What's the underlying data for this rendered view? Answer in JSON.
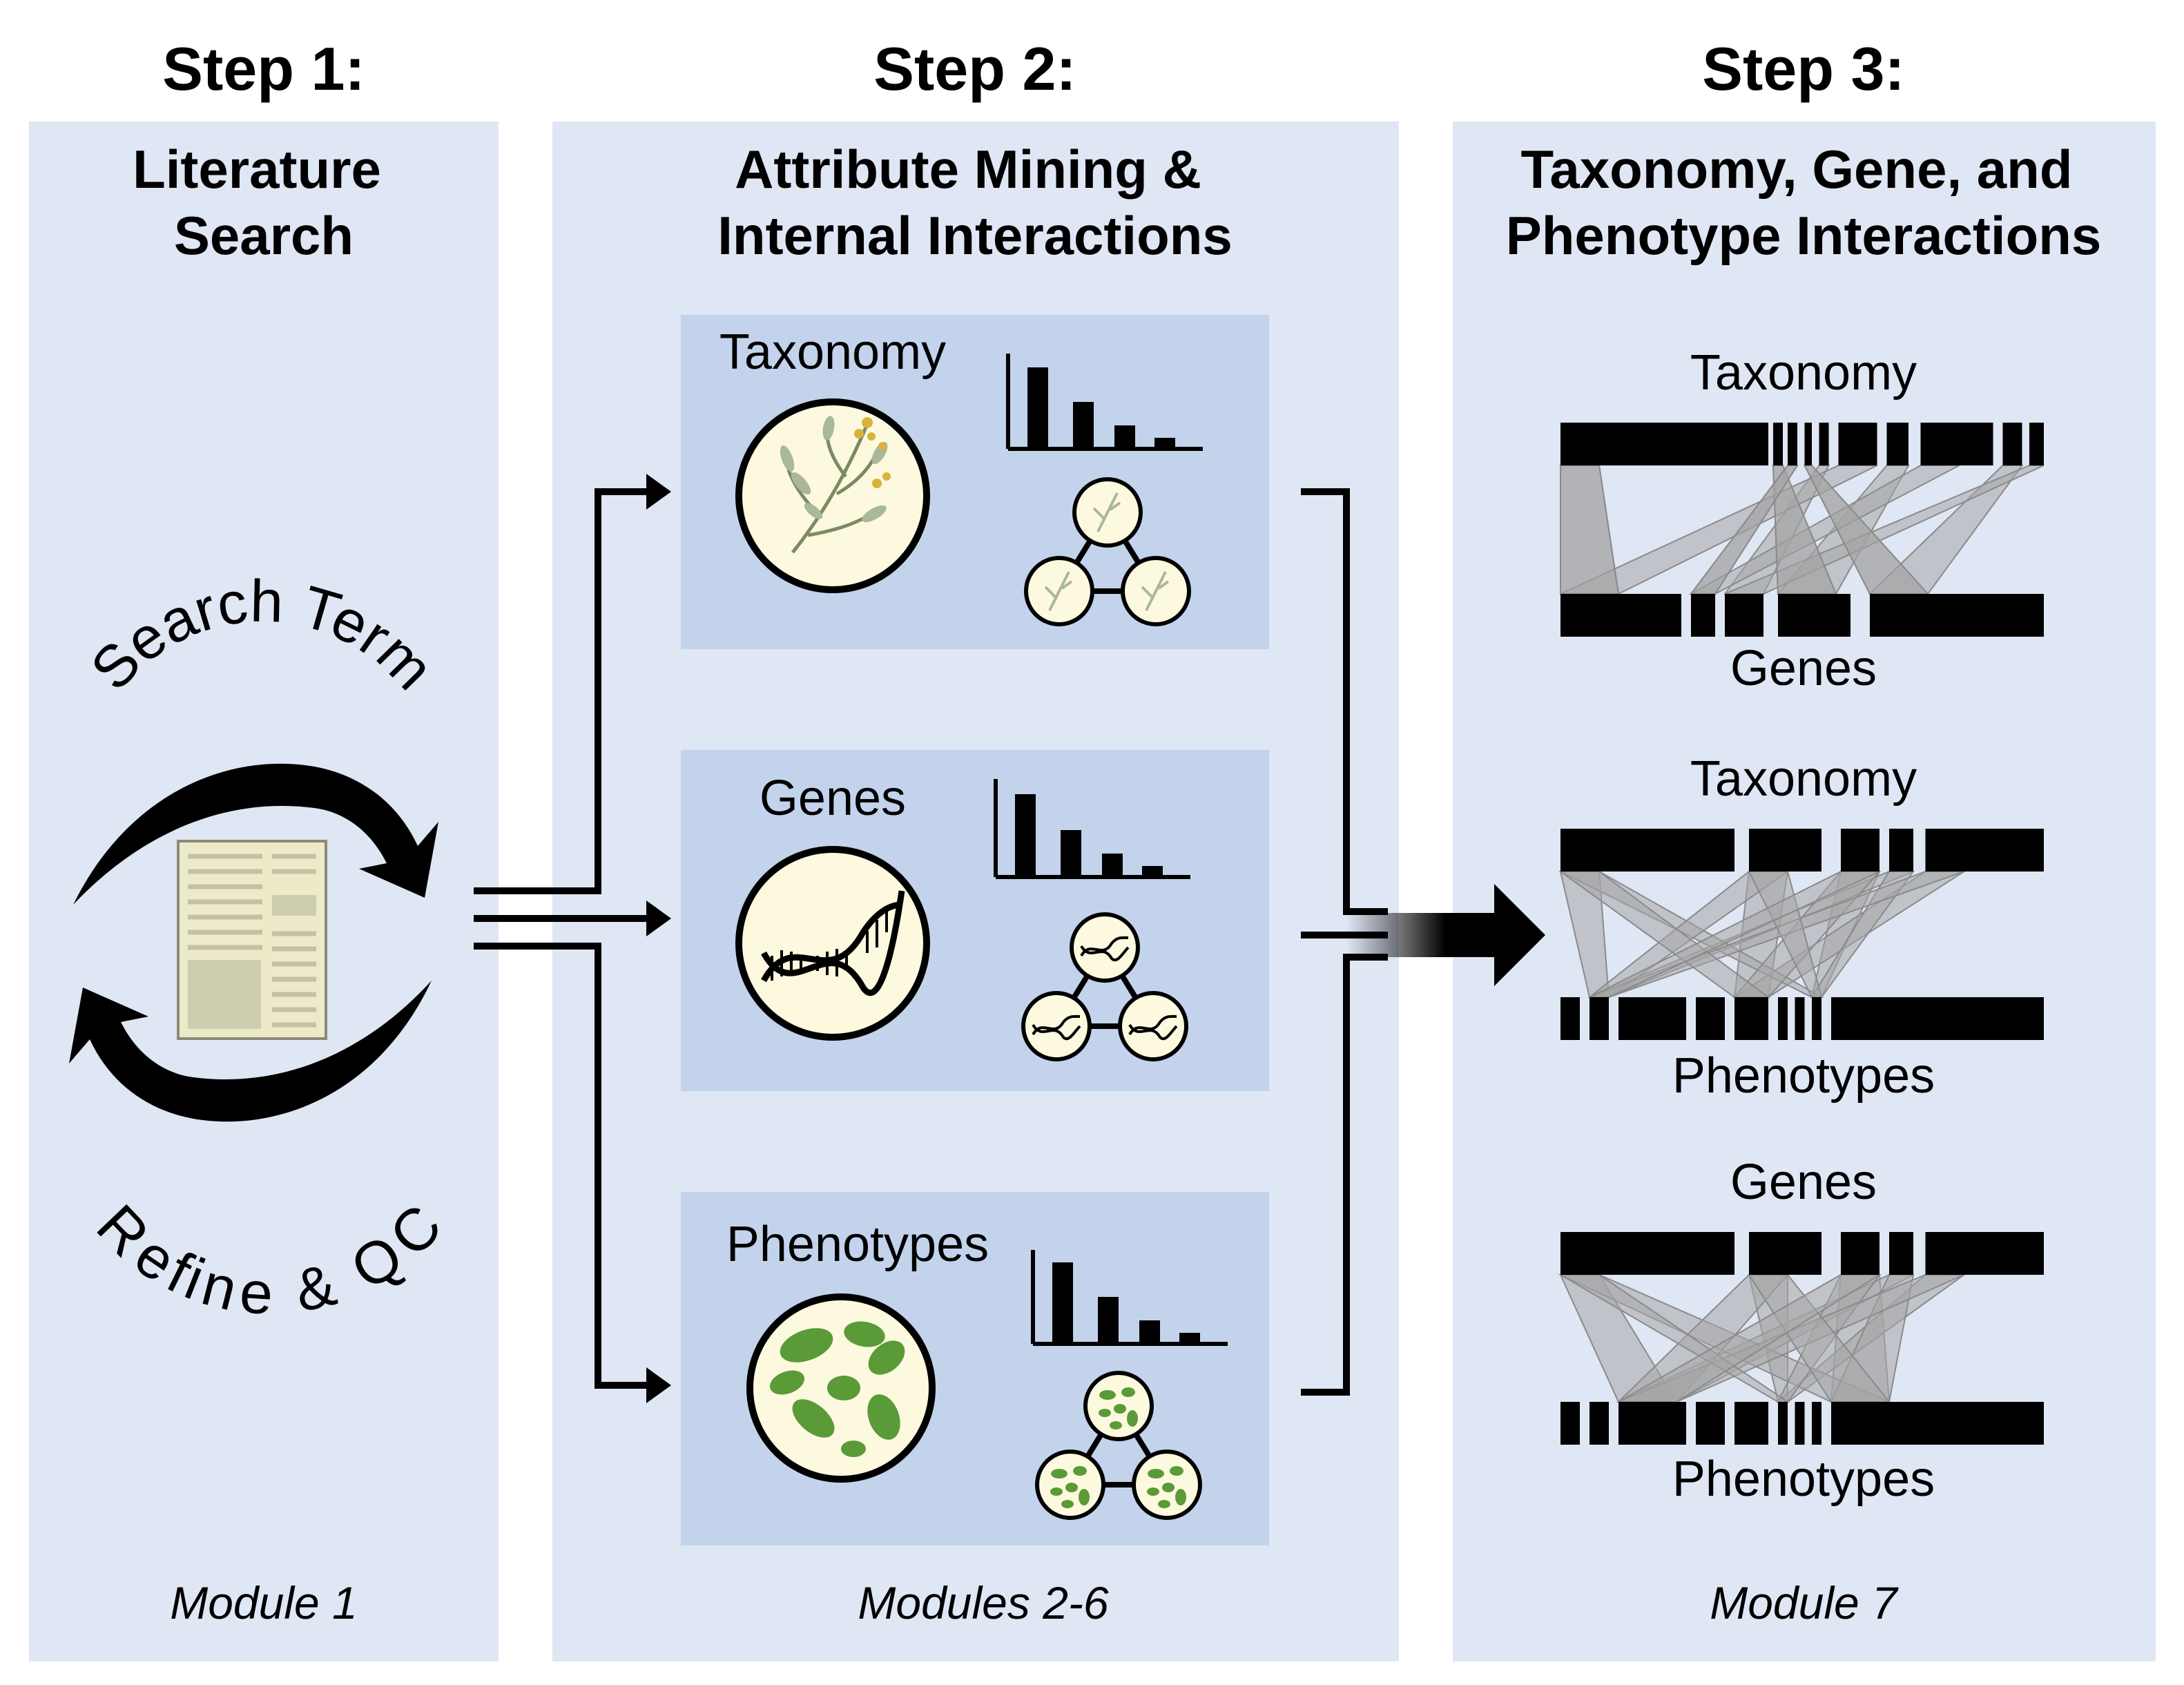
{
  "steps": [
    {
      "heading": "Step 1:",
      "title_lines": [
        "Literature",
        "Search"
      ],
      "module": "Module 1"
    },
    {
      "heading": "Step 2:",
      "title_lines": [
        "Attribute Mining &",
        "Internal Interactions"
      ],
      "module": "Modules 2-6"
    },
    {
      "heading": "Step 3:",
      "title_lines": [
        "Taxonomy, Gene, and",
        "Phenotype Interactions"
      ],
      "module": "Module 7"
    }
  ],
  "cycle": {
    "top": "Search Term",
    "bottom": "Refine & QC"
  },
  "attribute_boxes": [
    {
      "label": "Taxonomy",
      "icon": "plant-icon"
    },
    {
      "label": "Genes",
      "icon": "dna-icon"
    },
    {
      "label": "Phenotypes",
      "icon": "cell-icon"
    }
  ],
  "interactions": [
    {
      "top": "Taxonomy",
      "bottom": "Genes"
    },
    {
      "top": "Taxonomy",
      "bottom": "Phenotypes"
    },
    {
      "top": "Genes",
      "bottom": "Phenotypes"
    }
  ],
  "colors": {
    "panel": "#dfe6f4",
    "box": "#c3d3ec",
    "circle_fill": "#fdf9df",
    "leaf_green": "#5a9b38",
    "ribbon": "#a6a6a6"
  }
}
